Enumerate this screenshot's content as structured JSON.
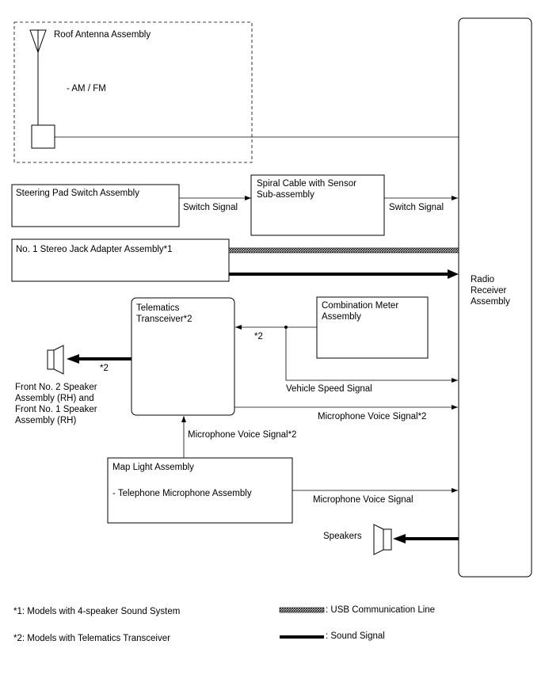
{
  "components": {
    "roof_antenna": {
      "title": "Roof Antenna Assembly",
      "note": "- AM / FM"
    },
    "radio_receiver": {
      "line1": "Radio",
      "line2": "Receiver",
      "line3": "Assembly"
    },
    "steering_pad": {
      "title": "Steering Pad Switch Assembly"
    },
    "spiral_cable": {
      "line1": "Spiral Cable with Sensor",
      "line2": "Sub-assembly"
    },
    "stereo_jack": {
      "title": "No. 1 Stereo Jack Adapter Assembly*1"
    },
    "telematics": {
      "line1": "Telematics",
      "line2": "Transceiver*2"
    },
    "combination_meter": {
      "line1": "Combination Meter",
      "line2": "Assembly"
    },
    "front_speaker": {
      "line1": "Front No. 2 Speaker",
      "line2": "Assembly (RH) and",
      "line3": "Front No. 1 Speaker",
      "line4": "Assembly (RH)"
    },
    "map_light": {
      "title": "Map Light Assembly",
      "note": "- Telephone Microphone Assembly"
    },
    "speakers": {
      "title": "Speakers"
    }
  },
  "signals": {
    "switch_signal_1": "Switch Signal",
    "switch_signal_2": "Switch Signal",
    "star2_meter": "*2",
    "star2_speaker": "*2",
    "vehicle_speed": "Vehicle Speed Signal",
    "mic_voice_star2_right": "Microphone Voice Signal*2",
    "mic_voice_star2_up": "Microphone Voice Signal*2",
    "mic_voice": "Microphone Voice Signal"
  },
  "legend": {
    "note1": "*1: Models with 4-speaker Sound System",
    "note2": "*2: Models with Telematics Transceiver",
    "usb": ": USB Communication Line",
    "sound": ": Sound Signal"
  }
}
